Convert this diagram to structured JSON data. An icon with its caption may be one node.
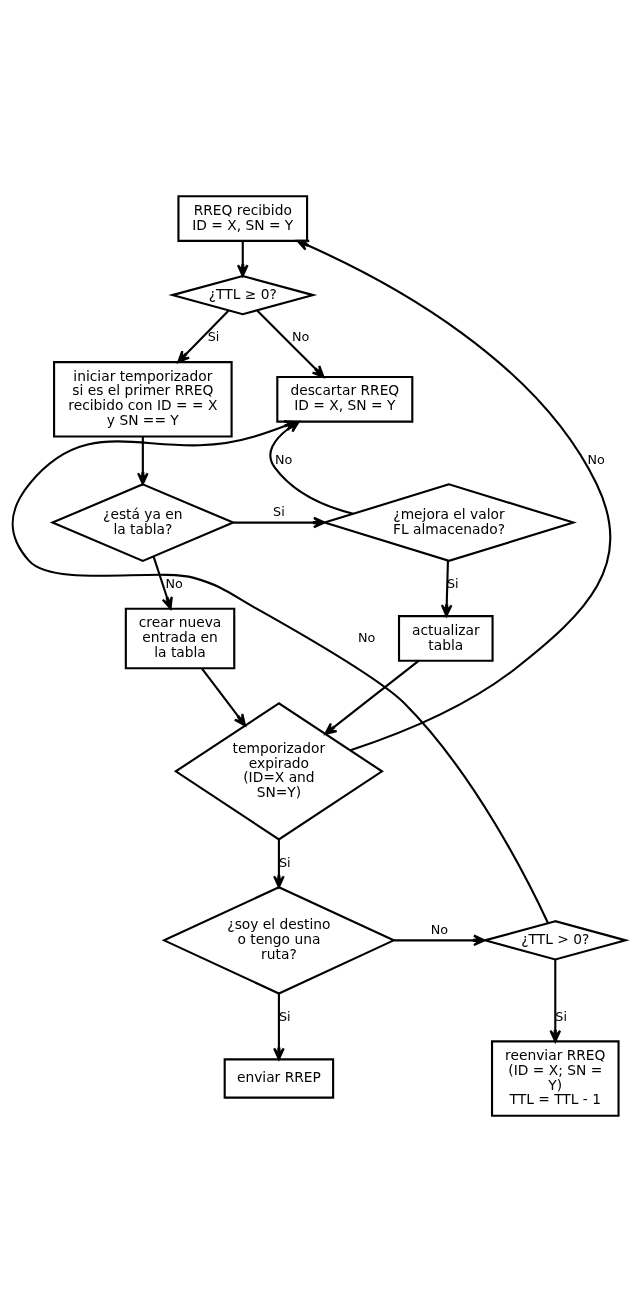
{
  "diagram": {
    "nodes": [
      {
        "text": [
          "RREQ recibido",
          "ID = X, SN = Y"
        ]
      },
      {
        "text": [
          "¿TTL ≥ 0?"
        ]
      },
      {
        "text": [
          "descartar RREQ",
          "ID = X, SN = Y"
        ]
      },
      {
        "text": [
          "iniciar temporizador si es el primer RREQ recibido con ID = = X y SN == Y"
        ]
      },
      {
        "text": [
          "¿está ya en la tabla?"
        ]
      },
      {
        "text": [
          "¿mejora el valor FL almacenado?"
        ]
      },
      {
        "text": [
          "crear nueva entrada en la tabla"
        ]
      },
      {
        "text": [
          "actualizar tabla"
        ]
      },
      {
        "text": [
          "temporizador expirado",
          "(ID=X and SN=Y)"
        ]
      },
      {
        "text": [
          "¿soy el destino o tengo una ruta?"
        ]
      },
      {
        "text": [
          "¿TTL > 0?"
        ]
      },
      {
        "text": [
          "enviar RREP"
        ]
      },
      {
        "text": [
          "reenviar RREQ",
          "(ID = X; SN = Y)",
          "TTL = TTL - 1"
        ]
      }
    ],
    "edges": [
      {
        "from": 0,
        "to": 1,
        "arrow": "to"
      },
      {
        "from": 1,
        "to": 2,
        "arrow": "to",
        "label": "No"
      },
      {
        "from": 1,
        "to": 3,
        "arrow": "to",
        "label": "Si"
      },
      {
        "from": 3,
        "to": 4,
        "arrow": "to"
      },
      {
        "from": 4,
        "to": 5,
        "arrow": "to",
        "label": "Si"
      },
      {
        "from": 4,
        "to": 6,
        "arrow": "to",
        "label": "No"
      },
      {
        "from": 5,
        "to": 2,
        "arrow": "to",
        "label": "No"
      },
      {
        "from": 5,
        "to": 7,
        "arrow": "to",
        "label": "Si"
      },
      {
        "from": 6,
        "to": 8,
        "arrow": "to"
      },
      {
        "from": 7,
        "to": 8,
        "arrow": "to"
      },
      {
        "from": 8,
        "to": 0,
        "arrow": "to",
        "label": "No"
      },
      {
        "from": 8,
        "to": 9,
        "arrow": "to",
        "label": "Si"
      },
      {
        "from": 9,
        "to": 10,
        "arrow": "to",
        "label": "No"
      },
      {
        "from": 9,
        "to": 11,
        "arrow": "to",
        "label": "Si"
      },
      {
        "from": 10,
        "to": 12,
        "arrow": "to",
        "label": "Si"
      },
      {
        "from": 10,
        "to": 2,
        "arrow": "to",
        "label": "No"
      }
    ]
  }
}
